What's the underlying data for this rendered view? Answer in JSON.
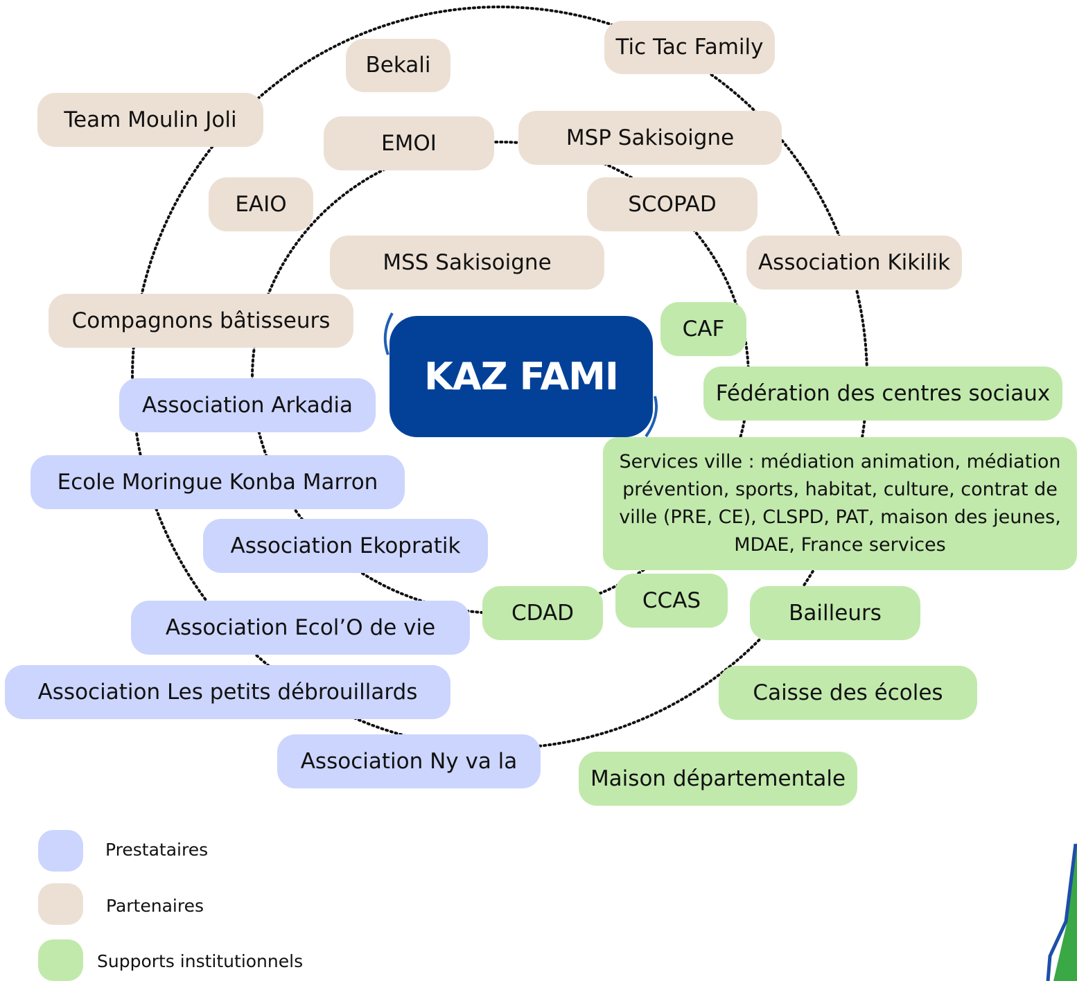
{
  "center_label": "KAZ FAMI",
  "partners": {
    "tic_tac": "Tic Tac Family",
    "bekali": "Bekali",
    "team_moulin": "Team Moulin Joli",
    "emoi": "EMOI",
    "msp": "MSP Sakisoigne",
    "eaio": "EAIO",
    "scopad": "SCOPAD",
    "mss": "MSS Sakisoigne",
    "kikilik": "Association Kikilik",
    "compagnons": "Compagnons bâtisseurs"
  },
  "providers": {
    "arkadia": "Association Arkadia",
    "moringue": "Ecole Moringue Konba Marron",
    "ekopratik": "Association Ekopratik",
    "ecolo": "Association Ecol’O de vie",
    "debrouillards": "Association Les petits débrouillards",
    "nyvala": "Association Ny va la"
  },
  "supports": {
    "caf": "CAF",
    "federation": "Fédération des centres sociaux",
    "services_ville": "Services ville : médiation animation, médiation prévention, sports, habitat, culture, contrat de ville (PRE, CE),  CLSPD, PAT, maison des jeunes, MDAE, France services",
    "cdad": "CDAD",
    "ccas": "CCAS",
    "bailleurs": "Bailleurs",
    "caisse": "Caisse des écoles",
    "maison": "Maison départementale"
  },
  "legend": {
    "providers": "Prestataires",
    "partners": "Partenaires",
    "supports": "Supports institutionnels"
  },
  "colors": {
    "partner": "#ece0d4",
    "provider": "#ccd5fd",
    "support": "#c1e9ac",
    "center": "#034199"
  }
}
